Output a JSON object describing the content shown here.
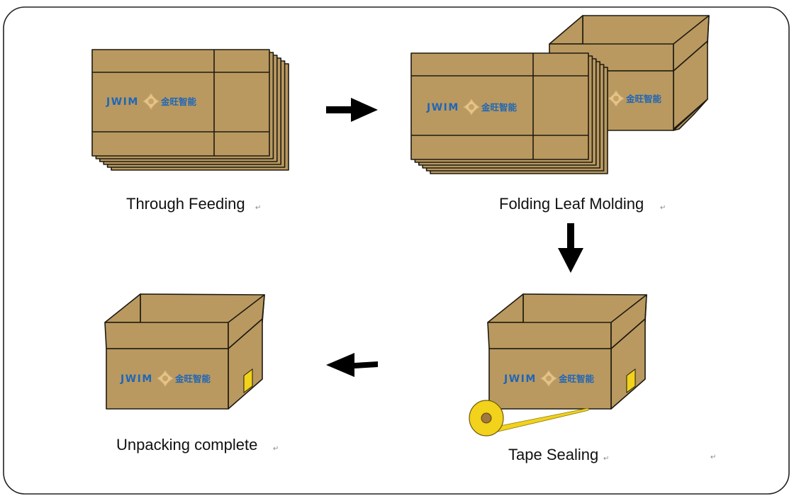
{
  "steps": [
    {
      "label": "Through Feeding"
    },
    {
      "label": "Folding Leaf Molding"
    },
    {
      "label": "Tape Sealing"
    },
    {
      "label": "Unpacking complete"
    }
  ],
  "logo": {
    "latin": "JWIM",
    "chinese": "金旺智能"
  },
  "return_mark": "↵",
  "colors": {
    "cardboard": "#b9995f",
    "logo_blue": "#1f66b8",
    "tape": "#f2d21a",
    "frame": "#222222"
  }
}
